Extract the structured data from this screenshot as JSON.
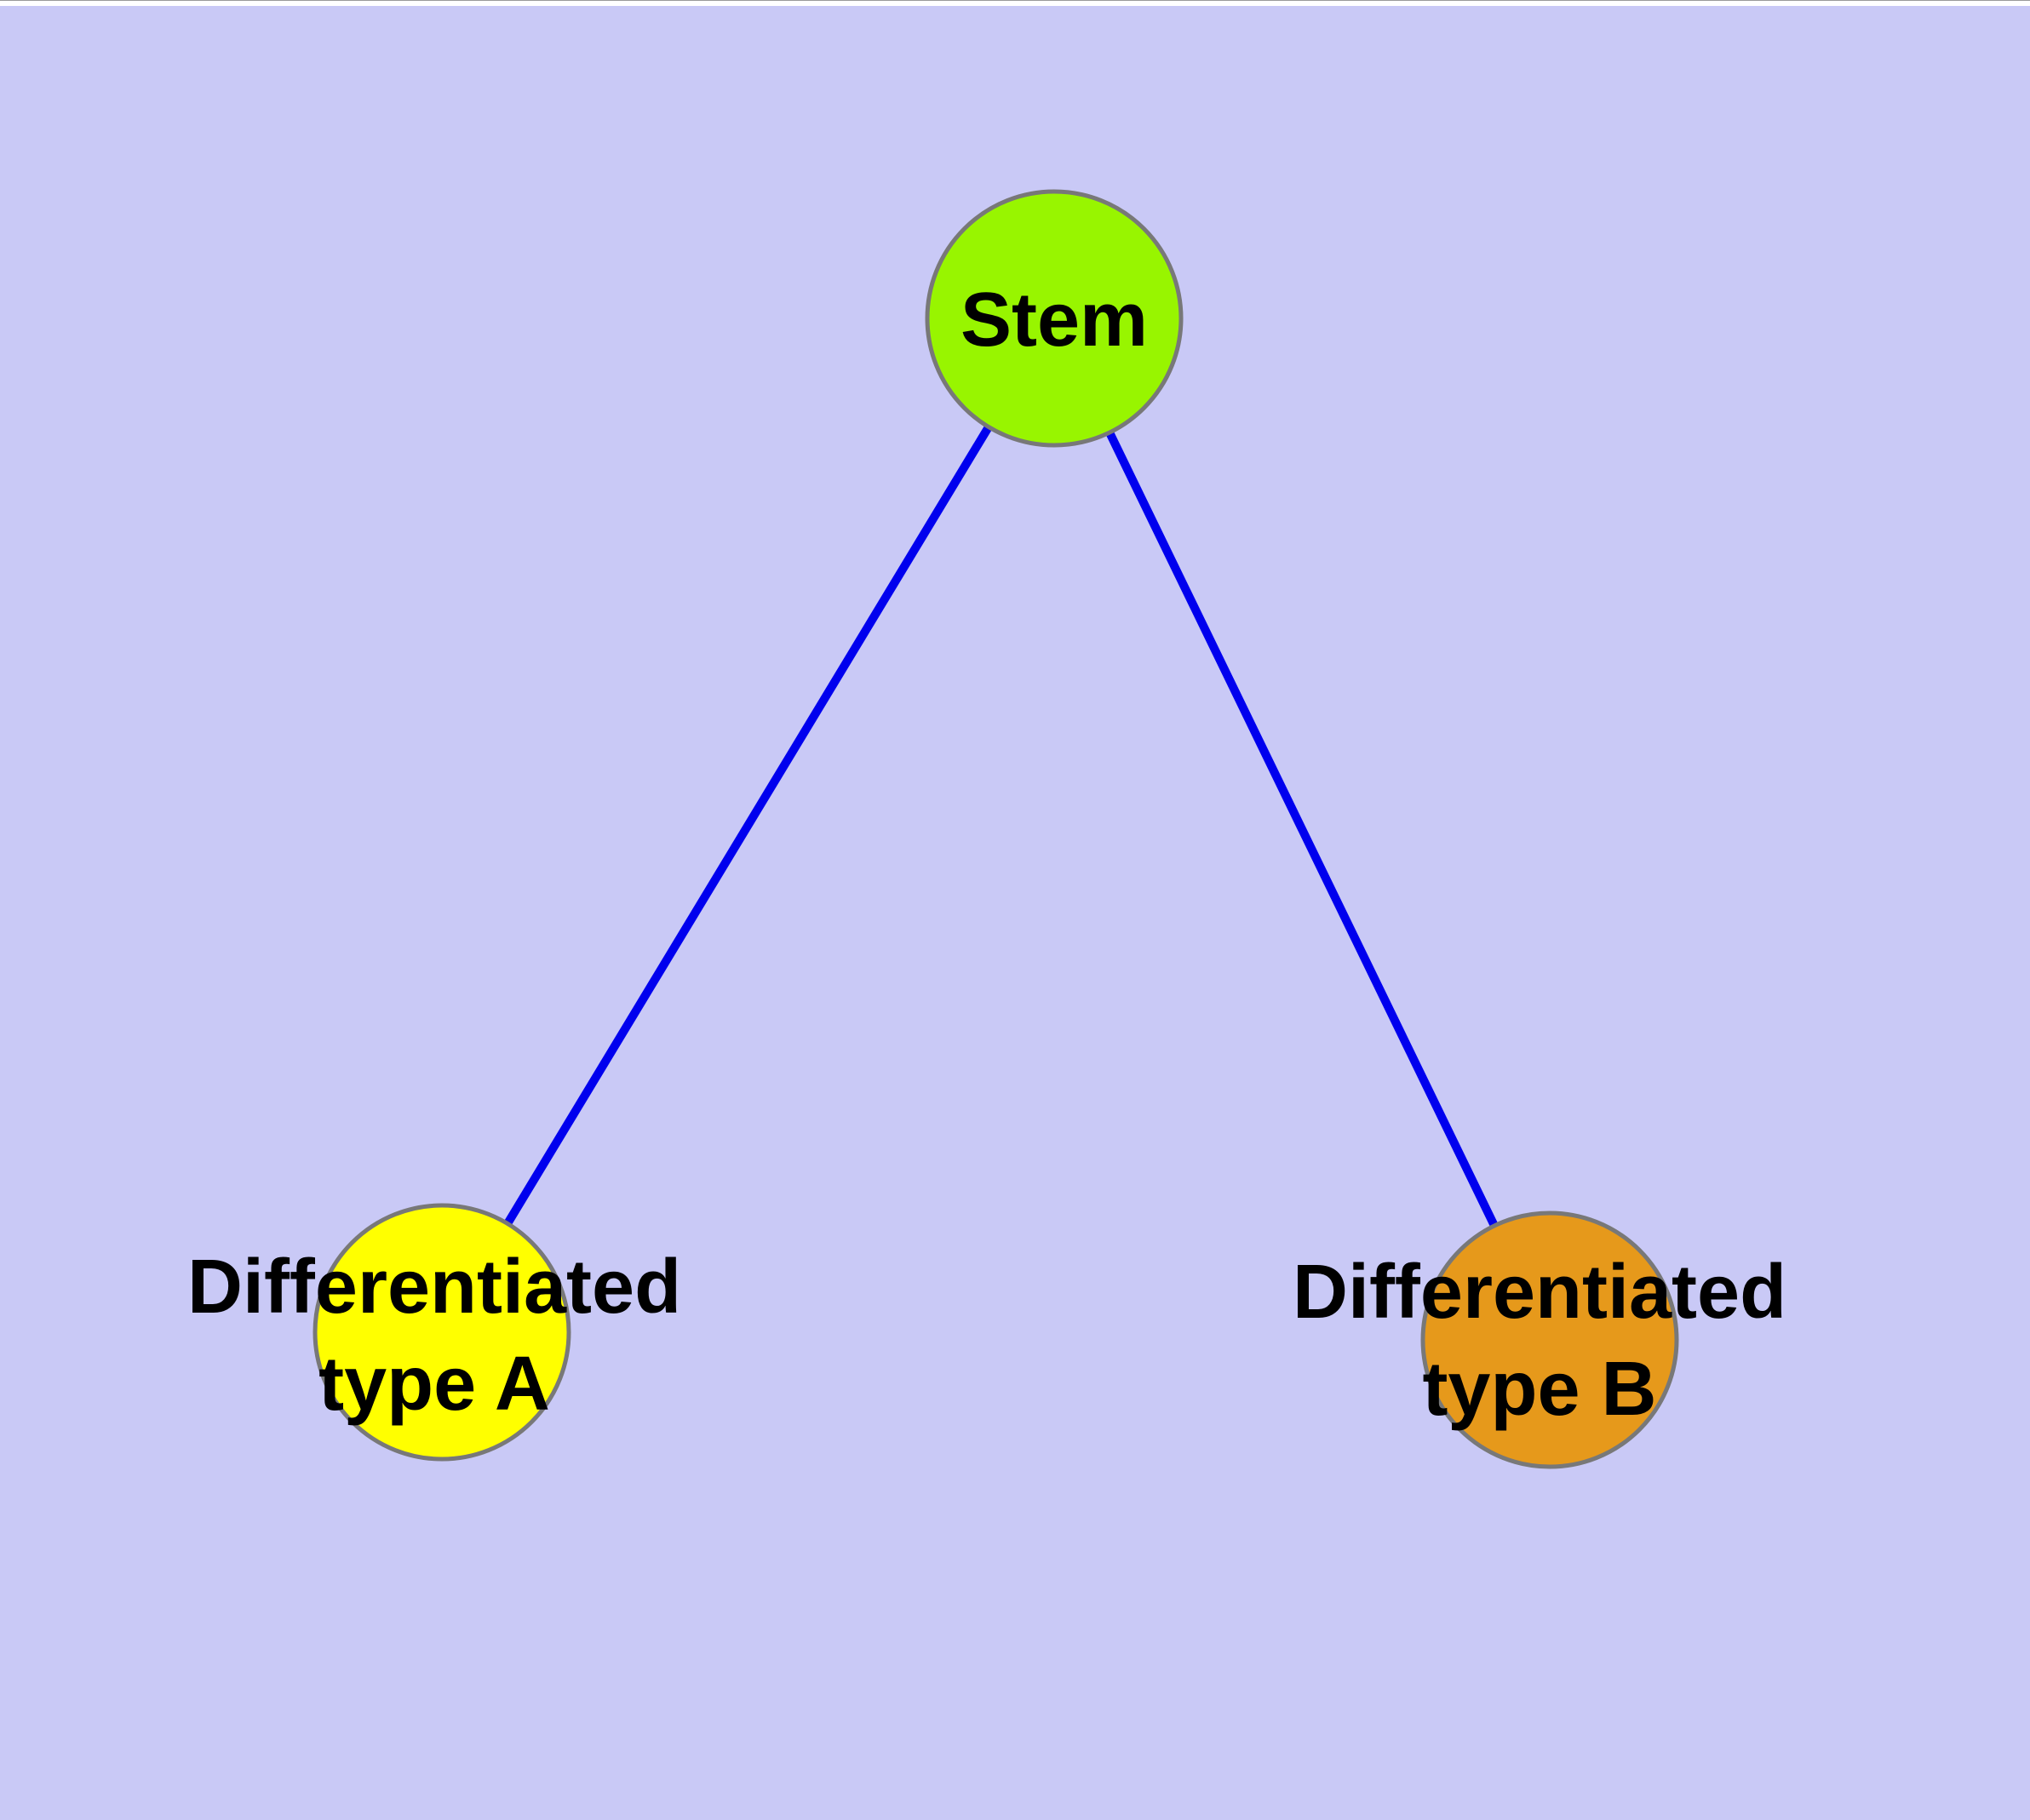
{
  "diagram": {
    "background_color": "#c9c9f6",
    "top_strip_color": "#ffffff",
    "edge_color": "#0000ee",
    "node_border_color": "#787878",
    "text_color": "#000000",
    "nodes": [
      {
        "id": "stem",
        "label_lines": [
          "Stem"
        ],
        "fill": "#98f500"
      },
      {
        "id": "differentiated-type-a",
        "label_lines": [
          "Differentiated",
          "type A"
        ],
        "fill": "#ffff00"
      },
      {
        "id": "differentiated-type-b",
        "label_lines": [
          "Differentiated",
          "type B"
        ],
        "fill": "#e6991b"
      }
    ],
    "edges": [
      {
        "from": "stem",
        "to": "differentiated-type-a"
      },
      {
        "from": "stem",
        "to": "differentiated-type-b"
      }
    ]
  }
}
